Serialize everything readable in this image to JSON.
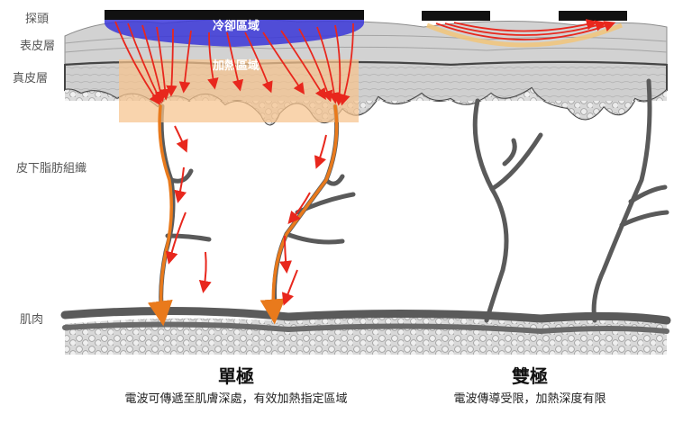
{
  "layers": {
    "probe": "探頭",
    "epidermis": "表皮層",
    "dermis": "真皮層",
    "subcutaneous": "皮下脂肪組織",
    "muscle": "肌肉"
  },
  "zones": {
    "cooling": "冷卻區域",
    "heating": "加熱區域"
  },
  "panels": {
    "monopolar": {
      "title": "單極",
      "caption": "電波可傳遞至肌膚深處，有效加熱指定區域"
    },
    "bipolar": {
      "title": "雙極",
      "caption": "電波傳導受限，加熱深度有限"
    }
  },
  "colors": {
    "skin": "#c9c9c9",
    "vessel": "#5a5a5a",
    "heat_zone": "#f7c48e",
    "cool_zone": "#3a36d8",
    "current_arrow": "#e8271d",
    "current_path": "#e97a1c",
    "probe": "#111111"
  }
}
